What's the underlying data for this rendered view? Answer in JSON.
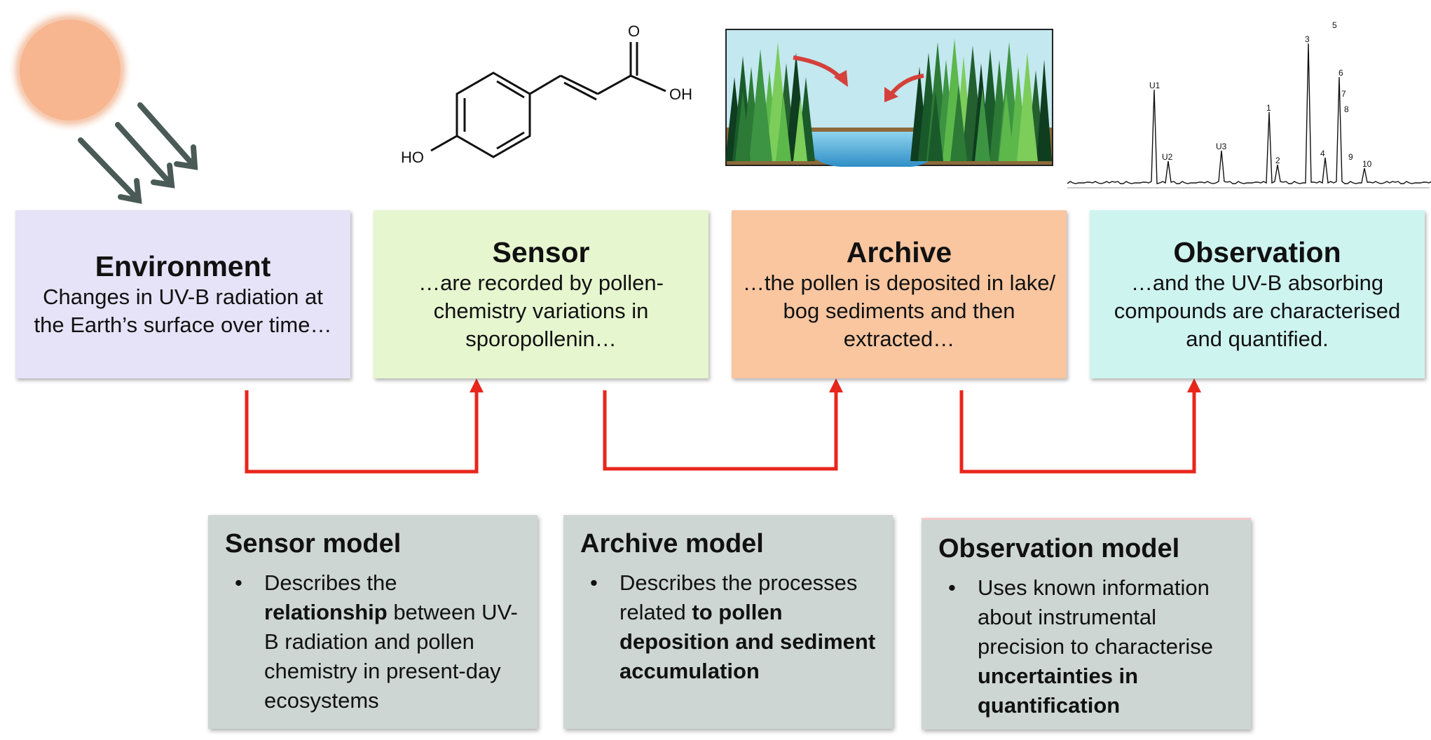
{
  "stages": [
    {
      "title": "Environment",
      "description": "Changes in UV-B radiation at the Earth’s surface over time…",
      "bg": "#e6e2f7"
    },
    {
      "title": "Sensor",
      "description": "…are recorded by pollen-chemistry variations in sporopollenin…",
      "bg": "#e6f6cf"
    },
    {
      "title": "Archive",
      "description": "…the pollen is deposited in lake/ bog sediments and then extracted…",
      "bg": "#f9c6a0"
    },
    {
      "title": "Observation",
      "description": "…and the UV-B absorbing compounds are characterised and quantified.",
      "bg": "#cef4f0"
    }
  ],
  "models": [
    {
      "title": "Sensor model",
      "bullet": "•",
      "text_before": "Describes the ",
      "bold": "relationship",
      "text_after": " between UV-B radiation and pollen chemistry in present-day ecosystems"
    },
    {
      "title": "Archive model",
      "bullet": "•",
      "text_before": "Describes the processes related ",
      "bold": "to pollen deposition and sediment accumulation",
      "text_after": ""
    },
    {
      "title": "Observation model",
      "bullet": "•",
      "text_before": "Uses known information about instrumental precision to characterise ",
      "bold": "uncertainties in quantification",
      "text_after": ""
    }
  ],
  "molecule": {
    "label_hydroxyl_left": "HO",
    "label_carbonyl_o": "O",
    "label_hydroxyl_right": "OH"
  },
  "chromatogram": {
    "peak_labels": [
      "U1",
      "U2",
      "U3",
      "1",
      "2",
      "3",
      "4",
      "5",
      "6",
      "7",
      "8",
      "9",
      "10"
    ]
  },
  "colors": {
    "connector": "#e8261c",
    "sun": "#f9b48e",
    "sun_rays": "#4a5a56",
    "lake": "#4fb6e0",
    "ground": "#9a6b33",
    "sky": "#bfe6ef"
  },
  "icons": [
    "sun-icon",
    "uv-ray-arrows",
    "p-coumaric-acid-structure",
    "forest-lake-illustration",
    "chromatogram-plot"
  ]
}
